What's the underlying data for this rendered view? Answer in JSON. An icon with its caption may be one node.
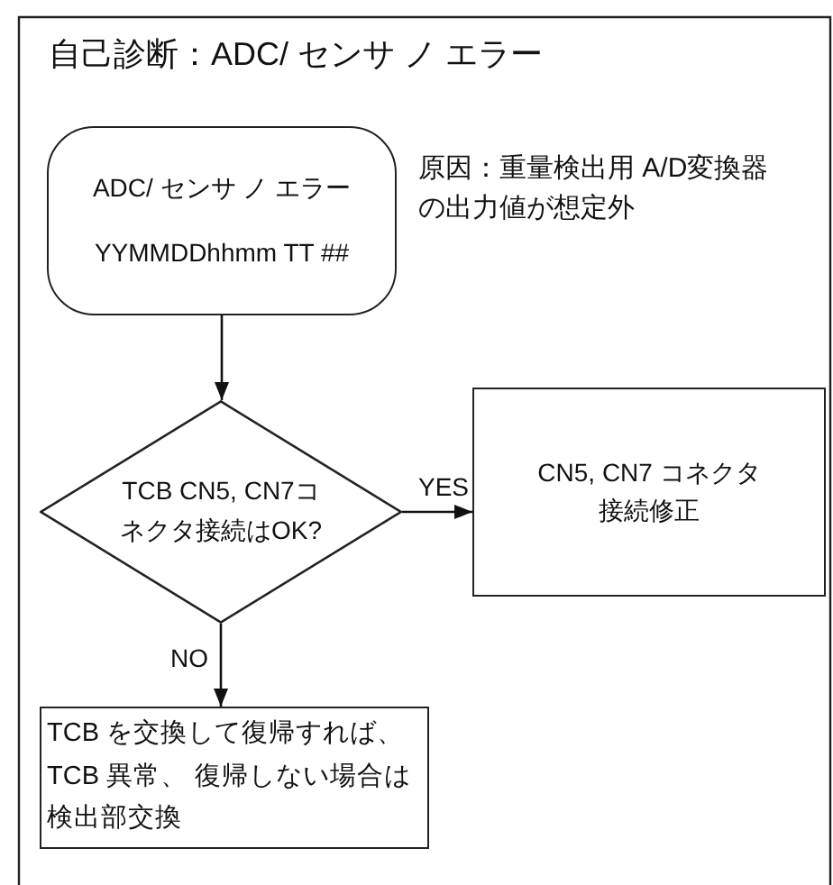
{
  "diagram": {
    "title": "自己診断：ADC/ センサ ノ エラー",
    "nodes": [
      {
        "text": [
          "ADC/ センサ ノ エラー",
          "YYMMDDhhmm TT ##"
        ],
        "beside": [
          "原因：重量検出用 A/D変換器の出力値が想定外"
        ]
      },
      {
        "text": [
          "TCB CN5, CN7コネクタ接続はOK?"
        ]
      },
      {
        "text": [
          "CN5, CN7 コネクタ接続修正"
        ]
      },
      {
        "text": [
          "TCB を交換して復帰すれば、 TCB 異常、 復帰しない場合は検出部交換"
        ]
      }
    ],
    "edges": [
      {
        "from": 0,
        "to": 1,
        "arrow": "to"
      },
      {
        "from": 1,
        "to": 2,
        "arrow": "to",
        "label": "YES"
      },
      {
        "from": 1,
        "to": 3,
        "arrow": "to",
        "label": "NO"
      }
    ]
  }
}
